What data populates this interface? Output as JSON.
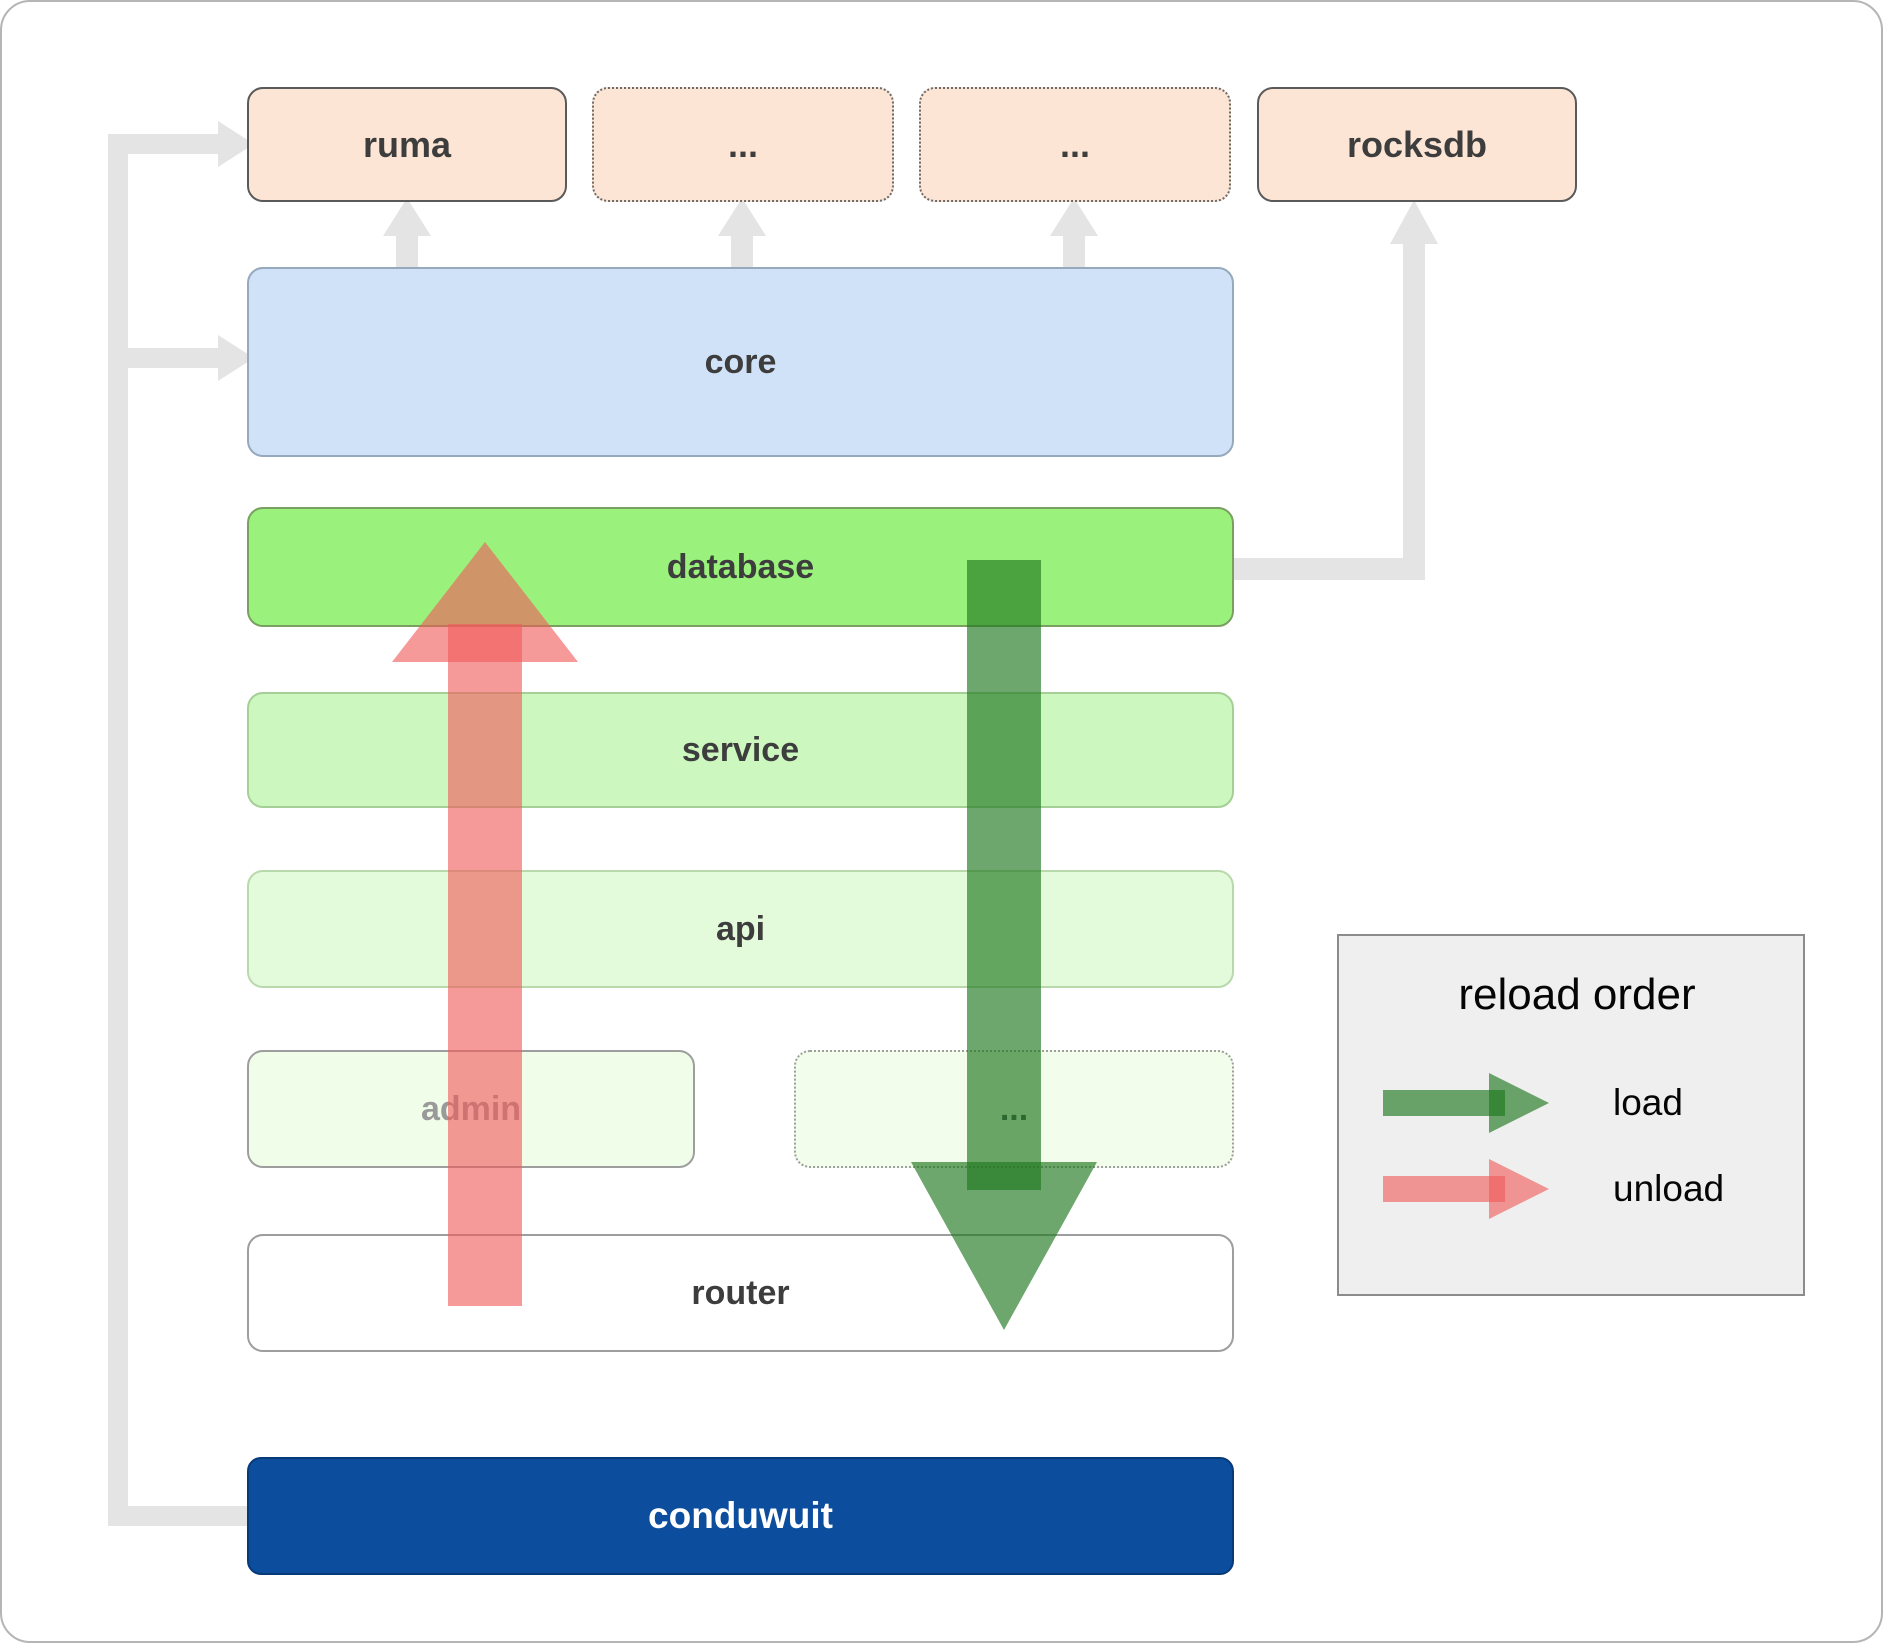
{
  "top_row": [
    {
      "label": "ruma"
    },
    {
      "label": "..."
    },
    {
      "label": "..."
    },
    {
      "label": "rocksdb"
    }
  ],
  "layers": {
    "core": "core",
    "database": "database",
    "service": "service",
    "api": "api",
    "admin": "admin",
    "admin_more": "...",
    "router": "router",
    "conduwuit": "conduwuit"
  },
  "legend": {
    "title": "reload order",
    "load_label": "load",
    "unload_label": "unload"
  },
  "colors": {
    "connector": "#e4e4e4",
    "load_arrow": "rgba(30,120,30,0.65)",
    "unload_arrow": "rgba(240,90,90,0.62)",
    "core_fill": "#cfe2f7",
    "database_fill": "#9af27d",
    "service_fill": "#ccf7bf",
    "api_fill": "#e3fbda",
    "admin_fill": "#f0fde9",
    "router_fill": "#ffffff",
    "conduwuit_fill": "#0d4d9e",
    "module_fill": "#fce5d4"
  }
}
